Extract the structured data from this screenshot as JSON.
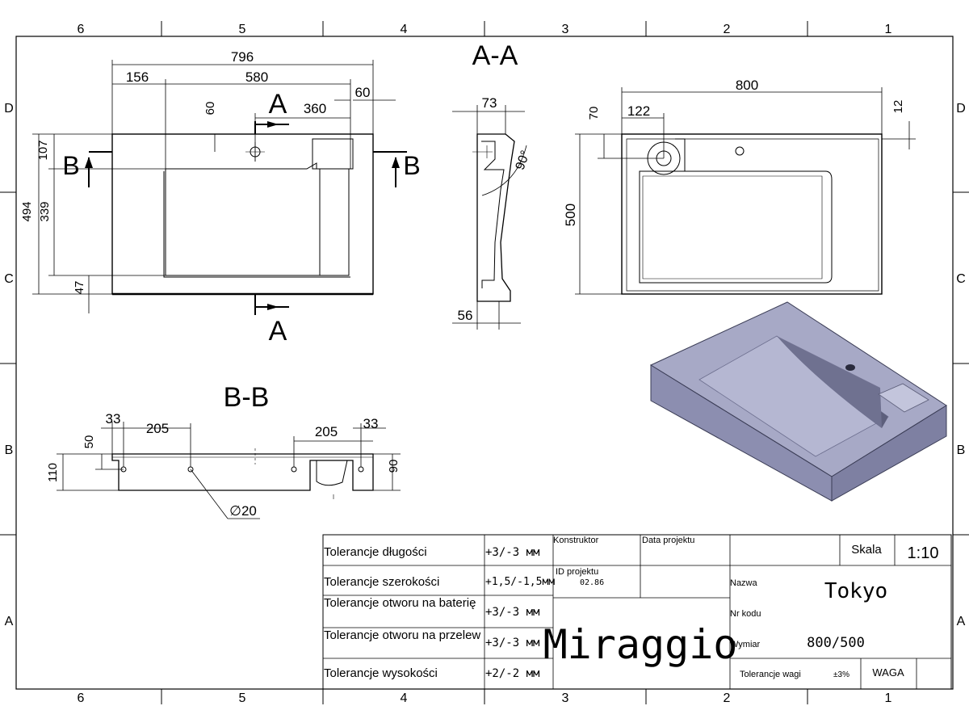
{
  "border": {
    "columns": [
      "6",
      "5",
      "4",
      "3",
      "2",
      "1"
    ],
    "rows": [
      "D",
      "C",
      "B",
      "A"
    ]
  },
  "sections": {
    "aa": "A-A",
    "bb": "B-B",
    "cut_a": "A",
    "cut_b": "B"
  },
  "dims": {
    "top_view": {
      "overall": "796",
      "left": "156",
      "middle": "580",
      "right": "60",
      "right_span": "360",
      "hole_offset": "60",
      "left_107": "107",
      "total_494": "494",
      "depth_339": "339",
      "bottom_47": "47"
    },
    "section_aa": {
      "top_73": "73",
      "angle": "90°",
      "bottom_56": "56"
    },
    "side_view": {
      "width": "800",
      "hole_122": "122",
      "top_70": "70",
      "right_12": "12",
      "height": "500"
    },
    "section_bb": {
      "w_33_left": "33",
      "w_205_left": "205",
      "w_205_right": "205",
      "w_33_right": "33",
      "h_50": "50",
      "h_110": "110",
      "h_90": "90",
      "diameter": "∅20"
    }
  },
  "title_block": {
    "tolerances": [
      {
        "label": "Tolerancje długości",
        "value": "+3/-3 мм"
      },
      {
        "label": "Tolerancje szerokości",
        "value": "+1,5/-1,5мм"
      },
      {
        "label": "Tolerancje otworu na baterię",
        "value": "+3/-3 мм"
      },
      {
        "label": "Tolerancje otworu na przelew",
        "value": "+3/-3 мм"
      },
      {
        "label": "Tolerancje wysokości",
        "value": "+2/-2 мм"
      }
    ],
    "konstruktor_label": "Konstruktor",
    "data_projektu_label": "Data projektu",
    "id_projektu_label": "ID projektu",
    "id_projektu_value": "02.86",
    "brand": "Miraggio",
    "skala_label": "Skala",
    "skala_value": "1:10",
    "nazwa_label": "Nazwa",
    "nazwa_value": "Tokyo",
    "nr_kodu_label": "Nr kodu",
    "wymiar_label": "Wymiar",
    "wymiar_value": "800/500",
    "tolerancje_wagi_label": "Tolerancje wagi",
    "tolerancje_wagi_value": "±3%",
    "waga_label": "WAGA"
  },
  "colors": {
    "line": "#000000",
    "render_top": "#a7a9c6",
    "render_side": "#7e80a2",
    "render_front": "#8c8eb0"
  }
}
